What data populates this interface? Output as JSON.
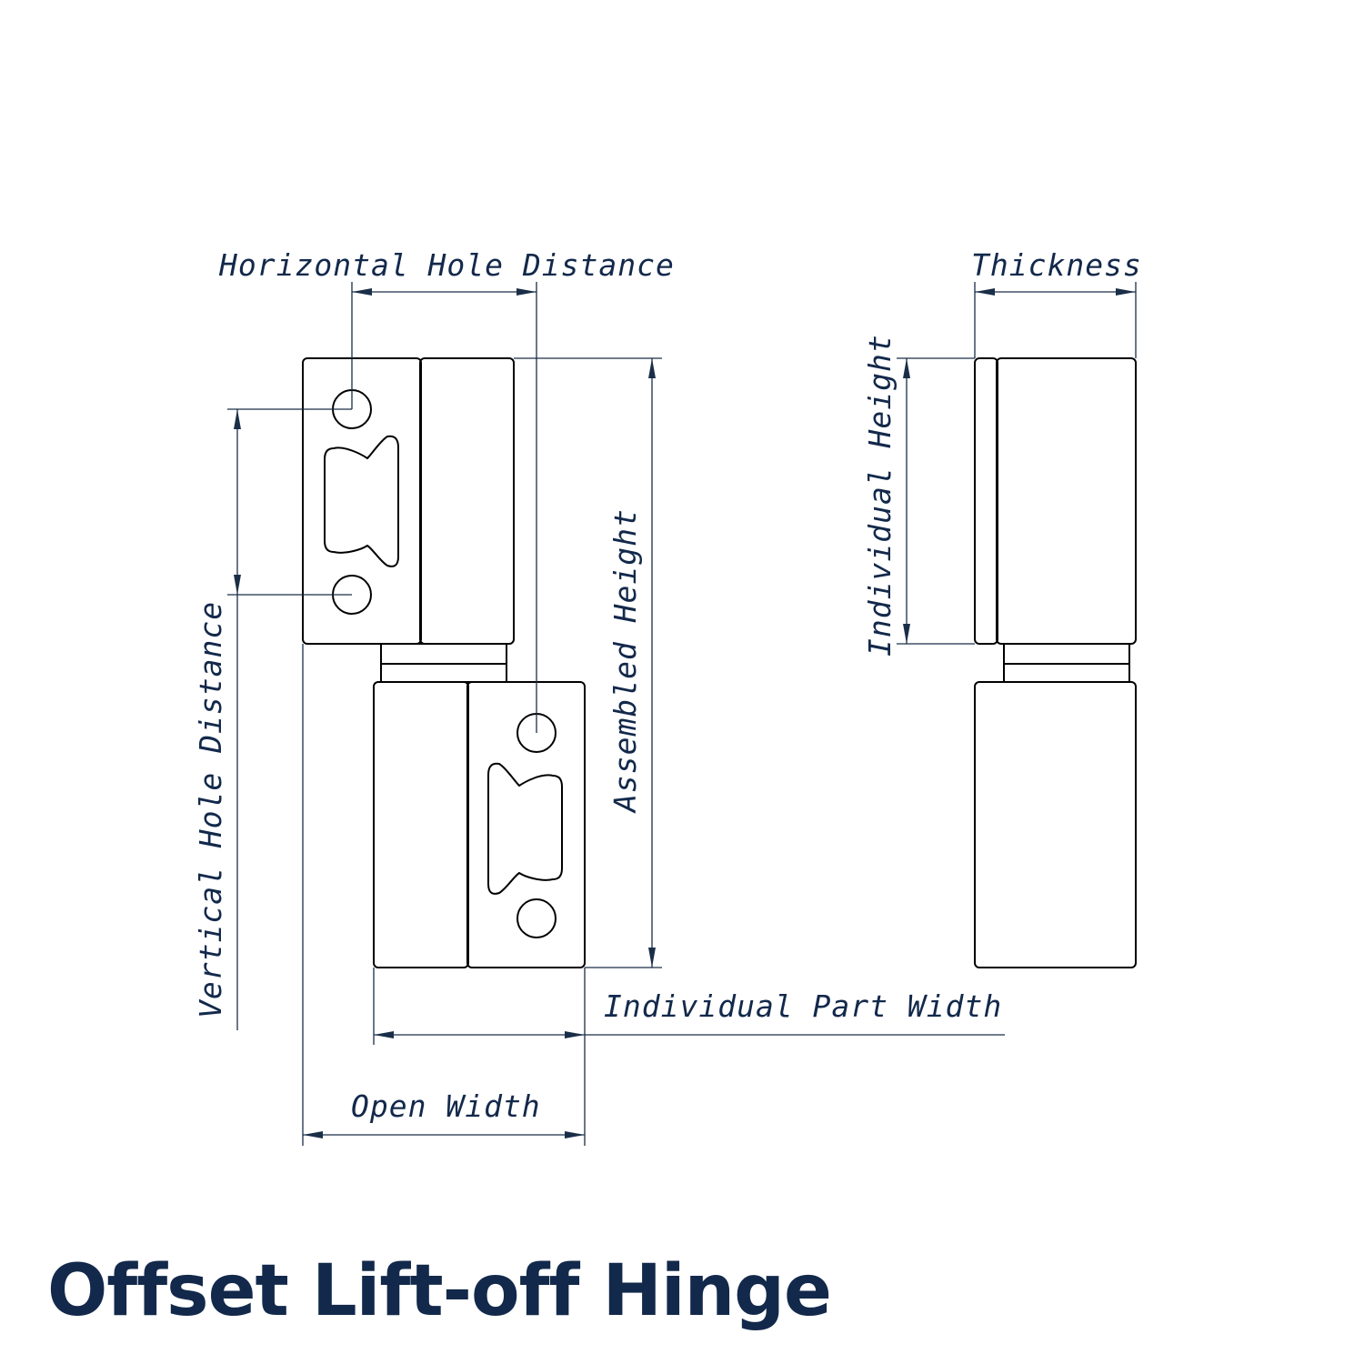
{
  "title": "Offset Lift-off Hinge",
  "labels": {
    "horizontal_hole_distance": "Horizontal Hole Distance",
    "thickness": "Thickness",
    "vertical_hole_distance": "Vertical Hole Distance",
    "assembled_height": "Assembled Height",
    "individual_height": "Individual Height",
    "individual_part_width": "Individual Part Width",
    "open_width": "Open Width"
  },
  "colors": {
    "label": "#13294b",
    "dimension_line": "#1a2e48",
    "part_outline": "#000000",
    "background": "#ffffff"
  }
}
